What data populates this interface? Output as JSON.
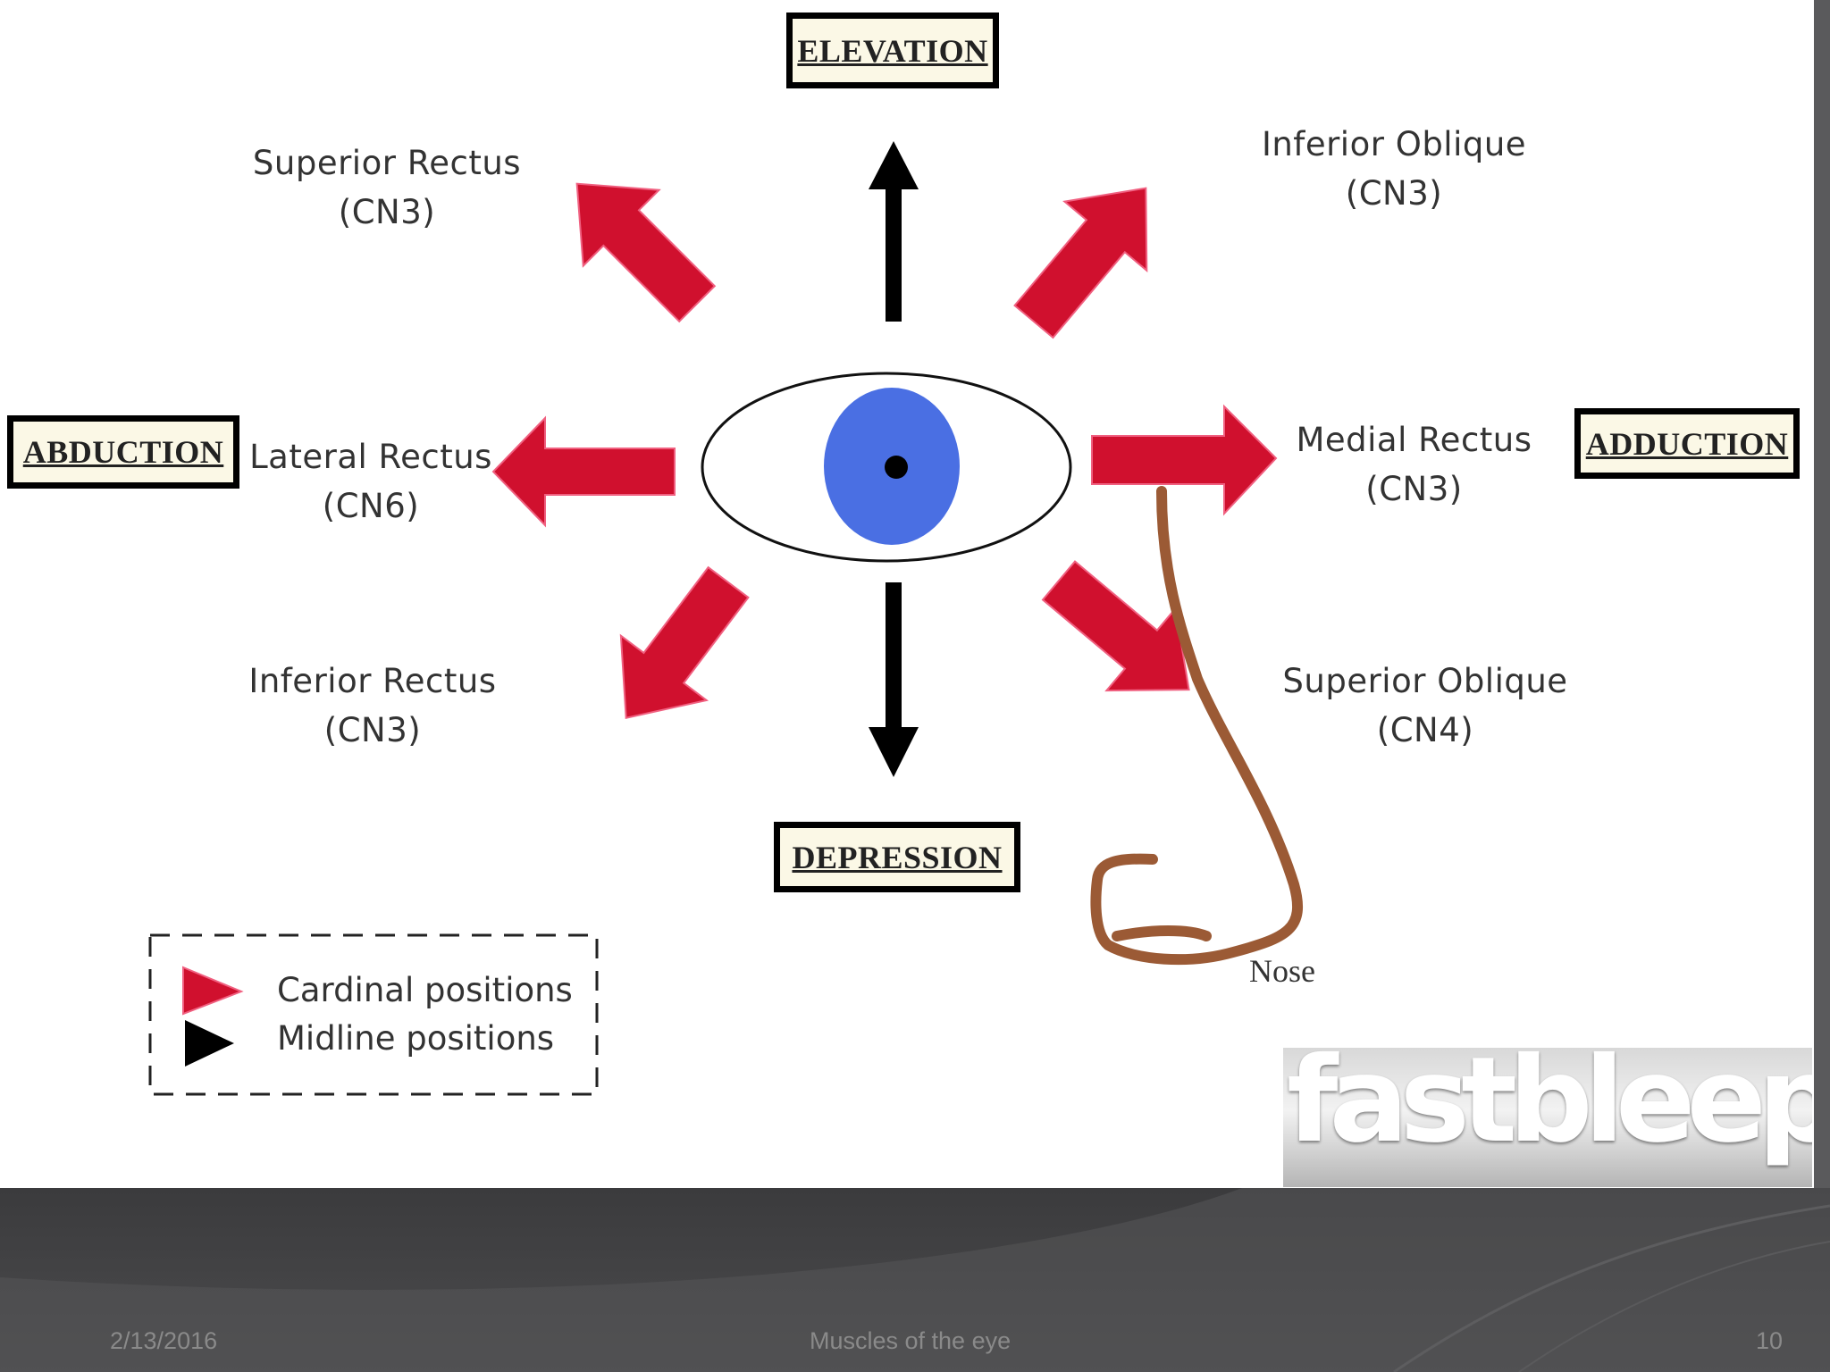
{
  "directions": {
    "elevation": "ELEVATION",
    "depression": "DEPRESSION",
    "abduction": "ABDUCTION",
    "adduction": "ADDUCTION"
  },
  "muscles": {
    "superior_rectus": {
      "name": "Superior Rectus",
      "nerve": "(CN3)"
    },
    "inferior_oblique": {
      "name": "Inferior Oblique",
      "nerve": "(CN3)"
    },
    "lateral_rectus": {
      "name": "Lateral Rectus",
      "nerve": "(CN6)"
    },
    "medial_rectus": {
      "name": "Medial Rectus",
      "nerve": "(CN3)"
    },
    "inferior_rectus": {
      "name": "Inferior Rectus",
      "nerve": "(CN3)"
    },
    "superior_oblique": {
      "name": "Superior Oblique",
      "nerve": "(CN4)"
    }
  },
  "nose_label": "Nose",
  "legend": {
    "cardinal": "Cardinal positions",
    "midline": "Midline positions"
  },
  "logo_text": "fastbleep))",
  "footer": {
    "date": "2/13/2016",
    "title": "Muscles of the eye",
    "page": "10"
  },
  "colors": {
    "cardinal_arrow": "#d0102e",
    "midline_arrow": "#000000",
    "iris": "#4a6fe3",
    "nose": "#9b5a35",
    "footer_band": "#3d3d3f"
  }
}
